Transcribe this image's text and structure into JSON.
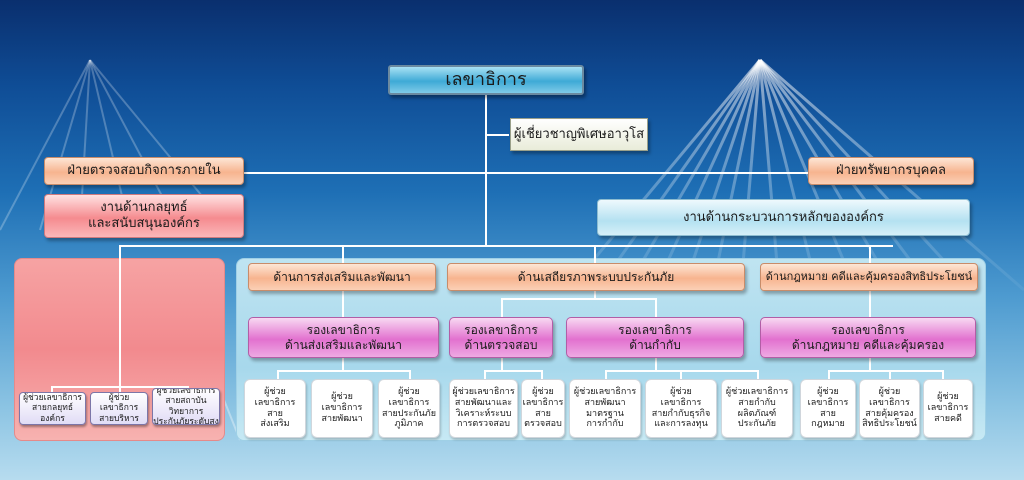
{
  "top": {
    "label": "เลขาธิการ"
  },
  "advisor": {
    "label": "ผู้เชี่ยวชาญพิเศษอาวุโส"
  },
  "internal_audit": {
    "label": "ฝ่ายตรวจสอบกิจการภายใน"
  },
  "hr": {
    "label": "ฝ่ายทรัพยากรบุคคล"
  },
  "strategy": {
    "label": "งานด้านกลยุทธ์\nและสนับสนุนองค์กร"
  },
  "core_process": {
    "label": "งานด้านกระบวนการหลักขององค์กร"
  },
  "left_group": {
    "boxes": [
      {
        "label": "ผู้ช่วยเลขาธิการ\nสายกลยุทธ์องค์กร"
      },
      {
        "label": "ผู้ช่วยเลขาธิการ\nสายบริหาร"
      },
      {
        "label": "ผู้ช่วยเลขาธิการ\nสายสถาบันวิทยาการ\nประกันภัยระดับสูง"
      }
    ]
  },
  "divisions": [
    {
      "title": "ด้านการส่งเสริมและพัฒนา",
      "deputies": [
        "รองเลขาธิการ\nด้านส่งเสริมและพัฒนา"
      ],
      "assistants": [
        "ผู้ช่วย\nเลขาธิการ\nสาย\nส่งเสริม",
        "ผู้ช่วย\nเลขาธิการ\nสายพัฒนา",
        "ผู้ช่วย\nเลขาธิการ\nสายประกันภัย\nภูมิภาค"
      ]
    },
    {
      "title": "ด้านเสถียรภาพระบบประกันภัย",
      "deputies": [
        "รองเลขาธิการ\nด้านตรวจสอบ",
        "รองเลขาธิการ\nด้านกำกับ"
      ],
      "assistants": [
        "ผู้ช่วยเลขาธิการ\nสายพัฒนาและ\nวิเคราะห์ระบบ\nการตรวจสอบ",
        "ผู้ช่วย\nเลขาธิการ\nสาย\nตรวจสอบ",
        "ผู้ช่วยเลขาธิการ\nสายพัฒนา\nมาตรฐาน\nการกำกับ",
        "ผู้ช่วย\nเลขาธิการ\nสายกำกับธุรกิจ\nและการลงทุน",
        "ผู้ช่วยเลขาธิการ\nสายกำกับผลิตภัณฑ์\nประกันภัย"
      ]
    },
    {
      "title": "ด้านกฎหมาย คดีและคุ้มครองสิทธิประโยชน์",
      "deputies": [
        "รองเลขาธิการ\nด้านกฎหมาย คดีและคุ้มครอง"
      ],
      "assistants": [
        "ผู้ช่วย\nเลขาธิการ\nสาย\nกฎหมาย",
        "ผู้ช่วย\nเลขาธิการ\nสายคุ้มครอง\nสิทธิประโยชน์",
        "ผู้ช่วย\nเลขาธิการ\nสายคดี"
      ]
    }
  ]
}
